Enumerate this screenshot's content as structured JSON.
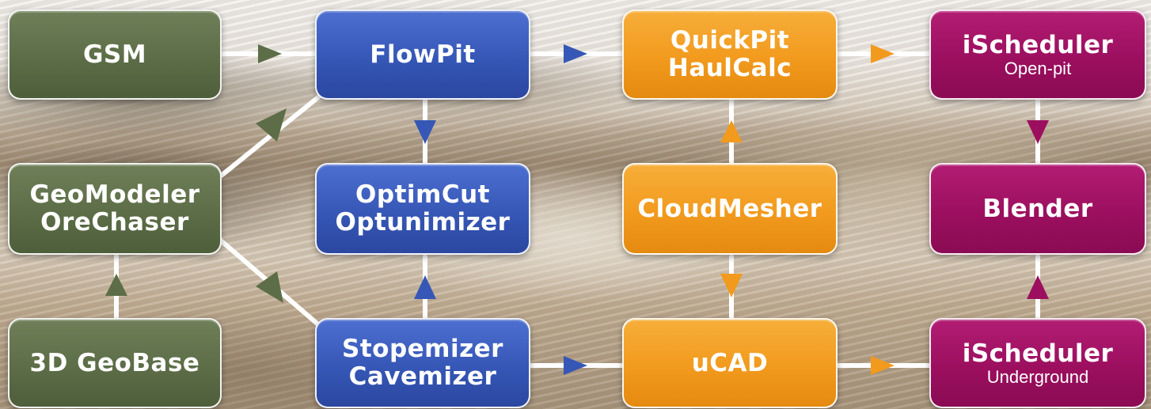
{
  "colors": {
    "green": "#5c6d47",
    "blue": "#3657b6",
    "orange": "#f29a1d",
    "purple": "#9c0f5f",
    "connector": "#ffffff"
  },
  "nodes": {
    "gsm": {
      "title": "GSM"
    },
    "geomodeler": {
      "title1": "GeoModeler",
      "title2": "OreChaser"
    },
    "geobase": {
      "title": "3D GeoBase"
    },
    "flowpit": {
      "title": "FlowPit"
    },
    "optimcut": {
      "title1": "OptimCut",
      "title2": "Optunimizer"
    },
    "stopemizer": {
      "title1": "Stopemizer",
      "title2": "Cavemizer"
    },
    "quickpit": {
      "title1": "QuickPit",
      "title2": "HaulCalc"
    },
    "cloudmesher": {
      "title": "CloudMesher"
    },
    "ucad": {
      "title": "uCAD"
    },
    "ischeduler_openpit": {
      "title": "iScheduler",
      "subtitle": "Open-pit"
    },
    "blender": {
      "title": "Blender"
    },
    "ischeduler_underground": {
      "title": "iScheduler",
      "subtitle": "Underground"
    }
  }
}
